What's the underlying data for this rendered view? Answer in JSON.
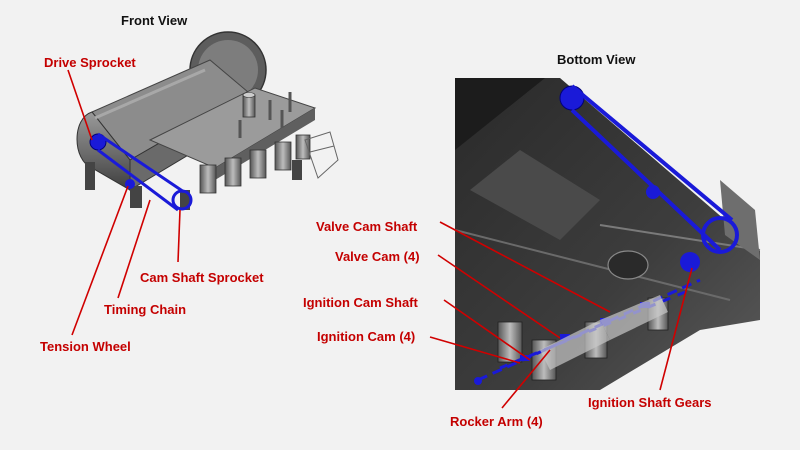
{
  "views": {
    "front": {
      "title": "Front View"
    },
    "bottom": {
      "title": "Bottom View"
    }
  },
  "labels": {
    "drive_sprocket": "Drive Sprocket",
    "cam_shaft_sprocket": "Cam Shaft Sprocket",
    "timing_chain": "Timing Chain",
    "tension_wheel": "Tension Wheel",
    "valve_cam_shaft": "Valve Cam Shaft",
    "valve_cam": "Valve Cam (4)",
    "ignition_cam_shaft": "Ignition Cam Shaft",
    "ignition_cam": "Ignition Cam (4)",
    "rocker_arm": "Rocker Arm (4)",
    "ignition_shaft_gears": "Ignition Shaft Gears"
  },
  "colors": {
    "background": "#f2f2f2",
    "callout_text": "#c40000",
    "callout_line": "#d00000",
    "chain_blue": "#1a1ad8",
    "metal_dark": "#4a4a4a",
    "metal_mid": "#7a7a7a",
    "metal_light": "#b5b5b5"
  }
}
